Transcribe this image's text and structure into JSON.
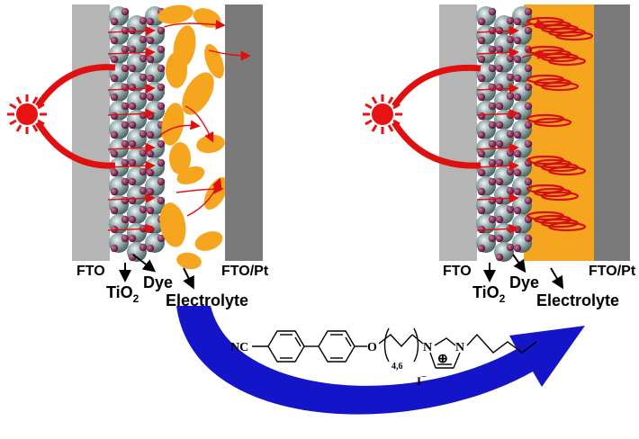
{
  "colors": {
    "fto": "#b5b5b5",
    "fto_pt": "#7a7a7a",
    "tio2": "#7f9a9a",
    "dye": "#7a1f4a",
    "electrolyte": "#f6a51f",
    "arrow_red": "#e01010",
    "sun": "#e81212",
    "blue_arrow": "#1414c8"
  },
  "icons": [
    "sun-icon",
    "light-arrow-icon",
    "curved-blue-arrow-icon"
  ],
  "left_cell": {
    "fto": "FTO",
    "tio2_base": "TiO",
    "tio2_sub": "2",
    "dye": "Dye",
    "electrolyte": "Electrolyte",
    "fto_pt": "FTO/Pt"
  },
  "right_cell": {
    "fto": "FTO",
    "tio2_base": "TiO",
    "tio2_sub": "2",
    "dye": "Dye",
    "electrolyte": "Electrolyte",
    "fto_pt": "FTO/Pt"
  },
  "molecule": {
    "nc": "NC",
    "o": "O",
    "chain_sub": "4,6",
    "n1": "N",
    "n2": "N",
    "plus": "⊕",
    "iodide": "I",
    "iodide_charge": "−"
  }
}
